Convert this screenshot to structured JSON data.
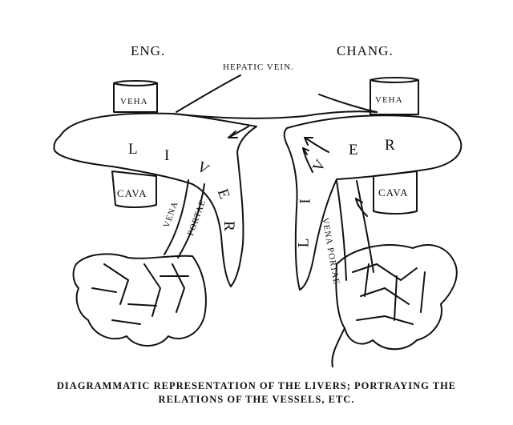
{
  "diagram": {
    "title_left": "ENG.",
    "title_right": "CHANG.",
    "hepatic_vein": "HEPATIC VEIN.",
    "left": {
      "vena_top": "VEНА",
      "cava": "CAVA",
      "liver_letters": [
        "L",
        "I",
        "V",
        "E",
        "R"
      ],
      "vena": "VENA",
      "portae": "PORTAE"
    },
    "right": {
      "vena_top": "VEНА",
      "cava": "CAVA",
      "liver_letters": [
        "L",
        "I",
        "V",
        "E",
        "R"
      ],
      "vena_portae": "VENA PORTAE"
    }
  },
  "caption": {
    "line1": "DIAGRAMMATIC REPRESENTATION OF THE LIVERS; PORTRAYING THE",
    "line2": "RELATIONS OF THE VESSELS, ETC."
  }
}
